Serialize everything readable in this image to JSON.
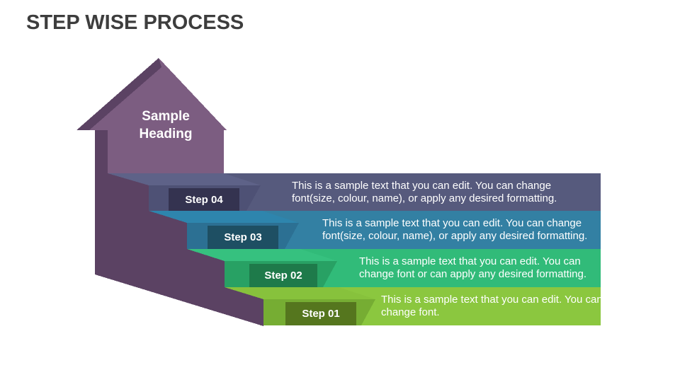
{
  "title": "STEP WISE PROCESS",
  "colors": {
    "background": "#ffffff",
    "title_text": "#3d3d3d",
    "side_shadow": "#5b4263",
    "text_on_shapes": "#ffffff"
  },
  "arrow": {
    "heading": "Sample Heading",
    "face_color": "#7c5d81",
    "side_color": "#5b4263"
  },
  "steps": [
    {
      "label": "Step 04",
      "description": "This is a sample text that you can edit. You can change font(size, colour, name), or apply any desired formatting.",
      "bar_color": "#565a7d",
      "tread_color": "#5e6288",
      "riser_color": "#4e5175",
      "box_color": "#343350"
    },
    {
      "label": "Step 03",
      "description": "This is a sample text that you can edit. You can change font(size, colour, name), or apply any desired formatting.",
      "bar_color": "#3380a3",
      "tread_color": "#2e85ad",
      "riser_color": "#2c7093",
      "box_color": "#1e4f63"
    },
    {
      "label": "Step 02",
      "description": "This is a sample text that you can edit. You can change font or can apply any desired formatting.",
      "bar_color": "#31bb79",
      "tread_color": "#36c17f",
      "riser_color": "#28a164",
      "box_color": "#1e7a4a"
    },
    {
      "label": "Step 01",
      "description": "This is a sample text that you can edit. You can change font.",
      "bar_color": "#8bc73f",
      "tread_color": "#87c23c",
      "riser_color": "#76ad33",
      "box_color": "#55761e"
    }
  ]
}
